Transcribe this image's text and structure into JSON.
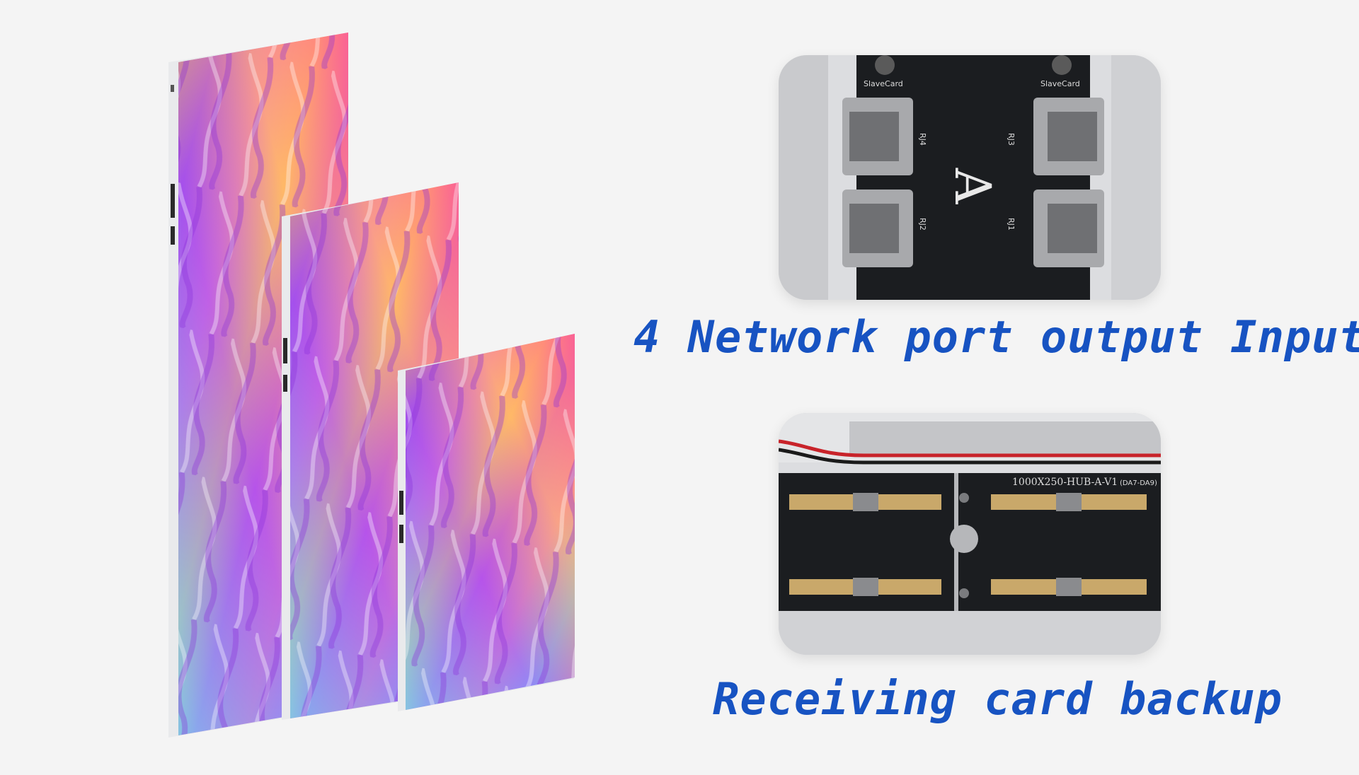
{
  "captions": {
    "ports": "4 Network port output Input",
    "backup": "Receiving card backup"
  },
  "board_top": {
    "center_letter": "A",
    "labels": [
      "SlaveCard",
      "SlaveCard",
      "RJ4",
      "RJ3",
      "RJ2",
      "RJ1"
    ]
  },
  "board_bottom": {
    "title": "1000X250-HUB-A-V1",
    "title_suffix": "(DA7-DA9)"
  },
  "colors": {
    "caption": "#1753c2",
    "background": "#f4f4f4",
    "pcb": "#1b1d20",
    "panel_pink": "#e86fd6",
    "panel_purple": "#9b4fe0",
    "panel_orange": "#f7a24a",
    "panel_cyan": "#5fd6f0"
  }
}
